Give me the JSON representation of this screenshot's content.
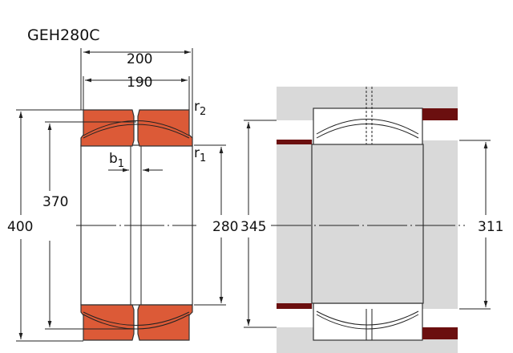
{
  "title": "GEH280C",
  "colors": {
    "ring": "#dc5a37",
    "housing": "#d9d9d9",
    "seal": "#6b0f0f"
  },
  "dimensions": {
    "outer_width": "200",
    "inner_width": "190",
    "outer_diameter": "400",
    "sphere_diameter": "370",
    "bore": "280",
    "housing_shoulder": "345",
    "shaft_shoulder": "311",
    "r2": "r",
    "r2_sub": "2",
    "r1": "r",
    "r1_sub": "1",
    "b1": "b",
    "b1_sub": "1"
  }
}
